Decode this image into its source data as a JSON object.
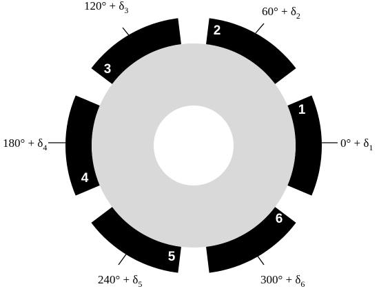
{
  "colors": {
    "disk": "#d9d9d9",
    "segment": "#000000",
    "hole": "#ffffff",
    "segment_number": "#ffffff",
    "leader": "#000000"
  },
  "segments": [
    {
      "number": "1",
      "label_main": "0° + δ",
      "label_sub": "1"
    },
    {
      "number": "2",
      "label_main": "60° + δ",
      "label_sub": "2"
    },
    {
      "number": "3",
      "label_main": "120° + δ",
      "label_sub": "3"
    },
    {
      "number": "4",
      "label_main": "180° + δ",
      "label_sub": "4"
    },
    {
      "number": "5",
      "label_main": "240° + δ",
      "label_sub": "5"
    },
    {
      "number": "6",
      "label_main": "300° + δ",
      "label_sub": "6"
    }
  ]
}
